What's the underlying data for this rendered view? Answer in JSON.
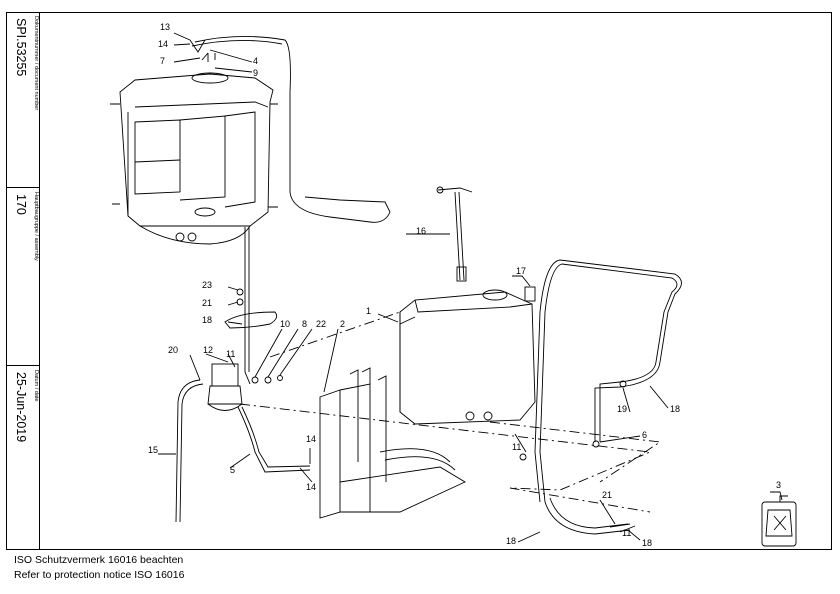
{
  "sidebar": {
    "document_number_label": "Dokumentnummer / document number",
    "document_number": "SPI.53255",
    "assembly_label": "Hauptbaugruppe / assembly",
    "assembly": "170",
    "date_label": "Datum / date",
    "date": "25-Jun-2019"
  },
  "callouts": [
    "13",
    "14",
    "7",
    "4",
    "9",
    "16",
    "17",
    "1",
    "23",
    "21",
    "18",
    "10",
    "8",
    "22",
    "2",
    "12",
    "11",
    "20",
    "15",
    "5",
    "14",
    "14",
    "11",
    "6",
    "19",
    "18",
    "3",
    "21",
    "11",
    "18",
    "18"
  ],
  "footer": {
    "line1": "ISO Schutzvermerk 16016 beachten",
    "line2": "Refer to protection notice ISO 16016"
  }
}
